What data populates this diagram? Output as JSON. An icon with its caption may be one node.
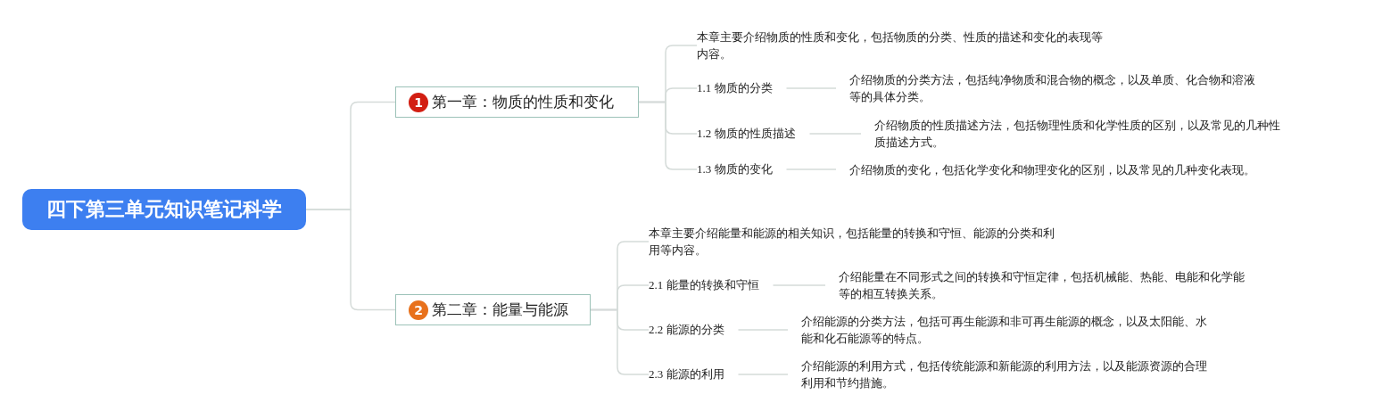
{
  "diagram": {
    "nodes": [
      {
        "text": [
          "四下第三单元知识笔记科学"
        ]
      },
      {
        "text": [
          "1",
          "第一章：物质的性质和变化"
        ]
      },
      {
        "text": [
          "本章主要介绍物质的性质和变化，包括物质的分类、性质的描述和变化的表现等内容。"
        ]
      },
      {
        "text": [
          "1.1 物质的分类"
        ]
      },
      {
        "text": [
          "介绍物质的分类方法，包括纯净物质和混合物的概念，以及单质、化合物和溶液等的具体分类。"
        ]
      },
      {
        "text": [
          "1.2 物质的性质描述"
        ]
      },
      {
        "text": [
          "介绍物质的性质描述方法，包括物理性质和化学性质的区别，以及常见的几种性质描述方式。"
        ]
      },
      {
        "text": [
          "1.3 物质的变化"
        ]
      },
      {
        "text": [
          "介绍物质的变化，包括化学变化和物理变化的区别，以及常见的几种变化表现。"
        ]
      },
      {
        "text": [
          "2",
          "第二章：能量与能源"
        ]
      },
      {
        "text": [
          "本章主要介绍能量和能源的相关知识，包括能量的转换和守恒、能源的分类和利用等内容。"
        ]
      },
      {
        "text": [
          "2.1 能量的转换和守恒"
        ]
      },
      {
        "text": [
          "介绍能量在不同形式之间的转换和守恒定律，包括机械能、热能、电能和化学能等的相互转换关系。"
        ]
      },
      {
        "text": [
          "2.2 能源的分类"
        ]
      },
      {
        "text": [
          "介绍能源的分类方法，包括可再生能源和非可再生能源的概念，以及太阳能、水能和化石能源等的特点。"
        ]
      },
      {
        "text": [
          "2.3 能源的利用"
        ]
      },
      {
        "text": [
          "介绍能源的利用方式，包括传统能源和新能源的利用方法，以及能源资源的合理利用和节约措施。"
        ]
      }
    ],
    "edges": [
      {
        "from": 0,
        "to": 1,
        "arrow": "none"
      },
      {
        "from": 1,
        "to": 2,
        "arrow": "none"
      },
      {
        "from": 1,
        "to": 3,
        "arrow": "none"
      },
      {
        "from": 3,
        "to": 4,
        "arrow": "none"
      },
      {
        "from": 1,
        "to": 5,
        "arrow": "none"
      },
      {
        "from": 5,
        "to": 6,
        "arrow": "none"
      },
      {
        "from": 1,
        "to": 7,
        "arrow": "none"
      },
      {
        "from": 7,
        "to": 8,
        "arrow": "none"
      },
      {
        "from": 0,
        "to": 9,
        "arrow": "none"
      },
      {
        "from": 9,
        "to": 10,
        "arrow": "none"
      },
      {
        "from": 9,
        "to": 11,
        "arrow": "none"
      },
      {
        "from": 11,
        "to": 12,
        "arrow": "none"
      },
      {
        "from": 9,
        "to": 13,
        "arrow": "none"
      },
      {
        "from": 13,
        "to": 14,
        "arrow": "none"
      },
      {
        "from": 9,
        "to": 15,
        "arrow": "none"
      },
      {
        "from": 15,
        "to": 16,
        "arrow": "none"
      }
    ]
  }
}
